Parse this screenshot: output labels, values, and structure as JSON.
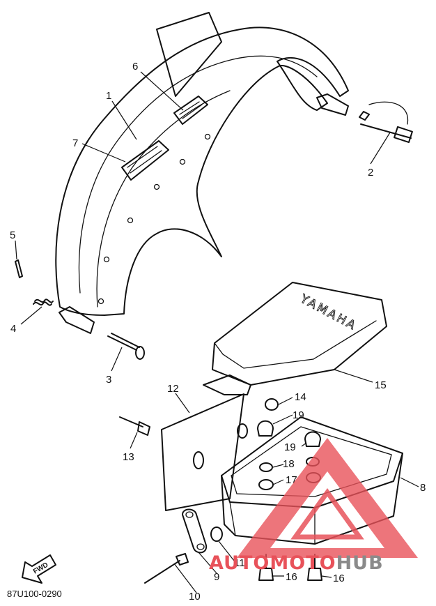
{
  "callouts": [
    {
      "id": "1",
      "text": "1"
    },
    {
      "id": "2",
      "text": "2"
    },
    {
      "id": "3",
      "text": "3"
    },
    {
      "id": "4",
      "text": "4"
    },
    {
      "id": "5",
      "text": "5"
    },
    {
      "id": "6",
      "text": "6"
    },
    {
      "id": "7",
      "text": "7"
    },
    {
      "id": "8",
      "text": "8"
    },
    {
      "id": "9",
      "text": "9"
    },
    {
      "id": "10",
      "text": "10"
    },
    {
      "id": "11",
      "text": "11"
    },
    {
      "id": "12",
      "text": "12"
    },
    {
      "id": "13",
      "text": "13"
    },
    {
      "id": "14",
      "text": "14"
    },
    {
      "id": "15",
      "text": "15"
    },
    {
      "id": "16a",
      "text": "16"
    },
    {
      "id": "16b",
      "text": "16"
    },
    {
      "id": "17",
      "text": "17"
    },
    {
      "id": "18",
      "text": "18"
    },
    {
      "id": "19a",
      "text": "19"
    },
    {
      "id": "19b",
      "text": "19"
    }
  ],
  "diagram_code": "87U100-0290",
  "fwd_label": "FWD",
  "box_lid_lettering": "YAMAHA",
  "watermark": {
    "part1": "AUTO",
    "part2": "MOTO",
    "part3": "HUB",
    "color_red": "#e8525a",
    "color_gray": "#8a8a8a"
  }
}
